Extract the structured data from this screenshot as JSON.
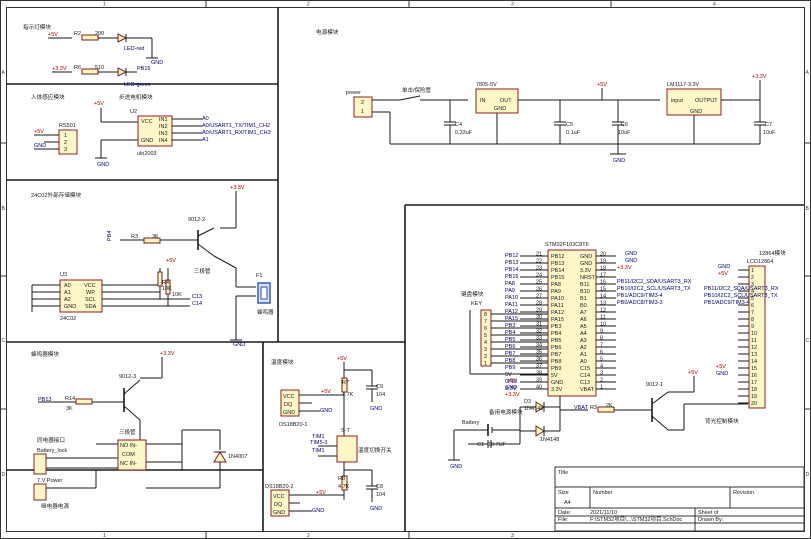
{
  "grid": {
    "cols": [
      "1",
      "2",
      "3",
      "4"
    ],
    "rows": [
      "A",
      "B",
      "C",
      "D"
    ]
  },
  "sections": {
    "indicator": "指示灯模块",
    "body_sense": "人体感应模块",
    "stepper": "步进电机模块",
    "eeprom": "24C02外部存储模块",
    "buzzer": "蜂鸣器模块",
    "temp": "温度模块",
    "power": "电源模块",
    "keys": "键盘模块",
    "backup": "备用电源模块",
    "backlight": "背光控制模块",
    "lcd": "12864模块",
    "relay_port": "同电器接口",
    "buzzer_power": "继电器电源",
    "temp_switch": "温度切换开关"
  },
  "power_labels": {
    "v5": "+5V",
    "v33": "+3.3V",
    "gnd": "GND"
  },
  "indicator": {
    "r2": "R2",
    "r2v": "200",
    "led1": "LED-red",
    "r6": "R6",
    "r6v": "510",
    "led2": "LED-green",
    "net1": "PB15"
  },
  "rs": {
    "name": "RS501",
    "p1": "1",
    "p2": "2",
    "p3": "3"
  },
  "uln": {
    "u": "U2",
    "vcc": "VCC",
    "gnd": "GND",
    "in1": "IN1",
    "in2": "IN2",
    "in3": "IN3",
    "in4": "IN4",
    "part": "uln2003",
    "a1": "A0",
    "a2": "A0/USART1_TX/TIM1_CH2",
    "a3": "A0/USART1_RX/TIM1_CH3",
    "a4": "A1"
  },
  "q1": {
    "name": "9012-2",
    "r": "R3",
    "rv": "3K",
    "net": "PB4",
    "label": "三极管",
    "bz": "F1",
    "bzl": "蜂鸣器"
  },
  "eeprom": {
    "u": "U3",
    "pins": [
      "A0",
      "A1",
      "A2",
      "GND"
    ],
    "rpins": [
      "VCC",
      "WP",
      "SCL",
      "SDA"
    ],
    "part": "24C02",
    "r4": "R4",
    "r4v": "10K",
    "r5": "R5",
    "r5v": "10K",
    "c13": "C13",
    "c14": "C14"
  },
  "q2": {
    "name": "9012-3",
    "r": "R14",
    "rv": "3K",
    "net": "PB13",
    "label": "三极管"
  },
  "relay": {
    "name": "Battery_lock",
    "no": "NO IN-",
    "com": "COM",
    "nc": "NC IN-",
    "d": "1N4007",
    "bp": "7.V Power"
  },
  "temp": {
    "ic": "DS18B20-1",
    "ic2": "DS18B20-2",
    "vcc": "VCC",
    "dq": "DQ",
    "gnd": "GND",
    "r7": "R7",
    "r7v": "4.7K",
    "c9": "C9",
    "c9v": "104",
    "r8": "R8",
    "r8v": "4.7K",
    "c8": "C8",
    "c8v": "104",
    "sw": "S-T",
    "n1": "TIM1",
    "n2": "TIM5-3"
  },
  "power": {
    "conn": "power",
    "sw": "单击/保险管",
    "reg1": "7805-5V",
    "in": "IN",
    "out": "OUT",
    "c1": "C4",
    "c1v": "0.33uF",
    "c2": "C5",
    "c2v": "0.1uF",
    "c3": "C6",
    "c3v": "10uF",
    "reg2": "LM1117-3.3V",
    "rin": "input",
    "rout": "OUTPUT",
    "c4": "C7",
    "c4v": "10uF"
  },
  "mcu": {
    "name": "STM32F103C8T6",
    "left": [
      "PB12",
      "PB13",
      "PB14",
      "PB15",
      "PA8",
      "PA9",
      "PA10",
      "PA11",
      "PA12",
      "PA15",
      "PB3",
      "PB4",
      "PB5",
      "PB6",
      "PB7",
      "PB8",
      "PB9",
      "5V",
      "GND",
      "3.3V"
    ],
    "lnum": [
      "21",
      "22",
      "23",
      "24",
      "25",
      "26",
      "27",
      "28",
      "29",
      "30",
      "31",
      "32",
      "33",
      "34",
      "35",
      "36",
      "37",
      "38",
      "39",
      "40"
    ],
    "right": [
      "GND",
      "GND",
      "3.3V",
      "NRST",
      "B11",
      "B10",
      "B1",
      "B0",
      "A7",
      "A6",
      "A5",
      "A4",
      "A3",
      "A2",
      "A1",
      "A0",
      "C15",
      "C14",
      "C13",
      "VBAT"
    ],
    "rnum": [
      "20",
      "19",
      "18",
      "17",
      "16",
      "15",
      "14",
      "13",
      "12",
      "11",
      "10",
      "9",
      "8",
      "7",
      "6",
      "5",
      "4",
      "3",
      "2",
      "1"
    ],
    "nets": [
      "PB11/I2C2_SDA/USART3_RX",
      "PB10/I2C2_SCL/USART3_TX",
      "PB1/ADC9/TIM3-4",
      "PB0/ADC8/TIM3-3"
    ]
  },
  "keys": {
    "name": "KEY",
    "pins": [
      "8",
      "7",
      "6",
      "5",
      "4",
      "3",
      "2",
      "1"
    ]
  },
  "backup": {
    "bat": "Battery",
    "c": "C1",
    "cv": "10.7UF",
    "d1": "1N4148",
    "d2": "1N4148",
    "net": "VBAT",
    "r": "R3",
    "rv": "2K"
  },
  "q3": {
    "name": "9012-1",
    "net": "PB9"
  },
  "lcd": {
    "name": "LCD12864",
    "pins": [
      "1",
      "2",
      "3",
      "4",
      "5",
      "6",
      "7",
      "8",
      "9",
      "10",
      "11",
      "12",
      "13",
      "14",
      "15",
      "16",
      "17",
      "18",
      "19",
      "20"
    ],
    "nets": [
      "PB11/I2C2_SDA/USART3_RX",
      "PB10/I2C2_SCL/USART3_TX",
      "PB1/ADC9/TIM3-4"
    ]
  },
  "titleblock": {
    "title": "Title",
    "size": "Size",
    "size_v": "A4",
    "number": "Number",
    "revision": "Revision",
    "date": "Date:",
    "date_v": "2021/11/10",
    "file": "File:",
    "file_v": "F:\\STM32项目\\...\\STM32项目.SchDoc",
    "sheet": "Sheet of",
    "drawn": "Drawn By:"
  }
}
